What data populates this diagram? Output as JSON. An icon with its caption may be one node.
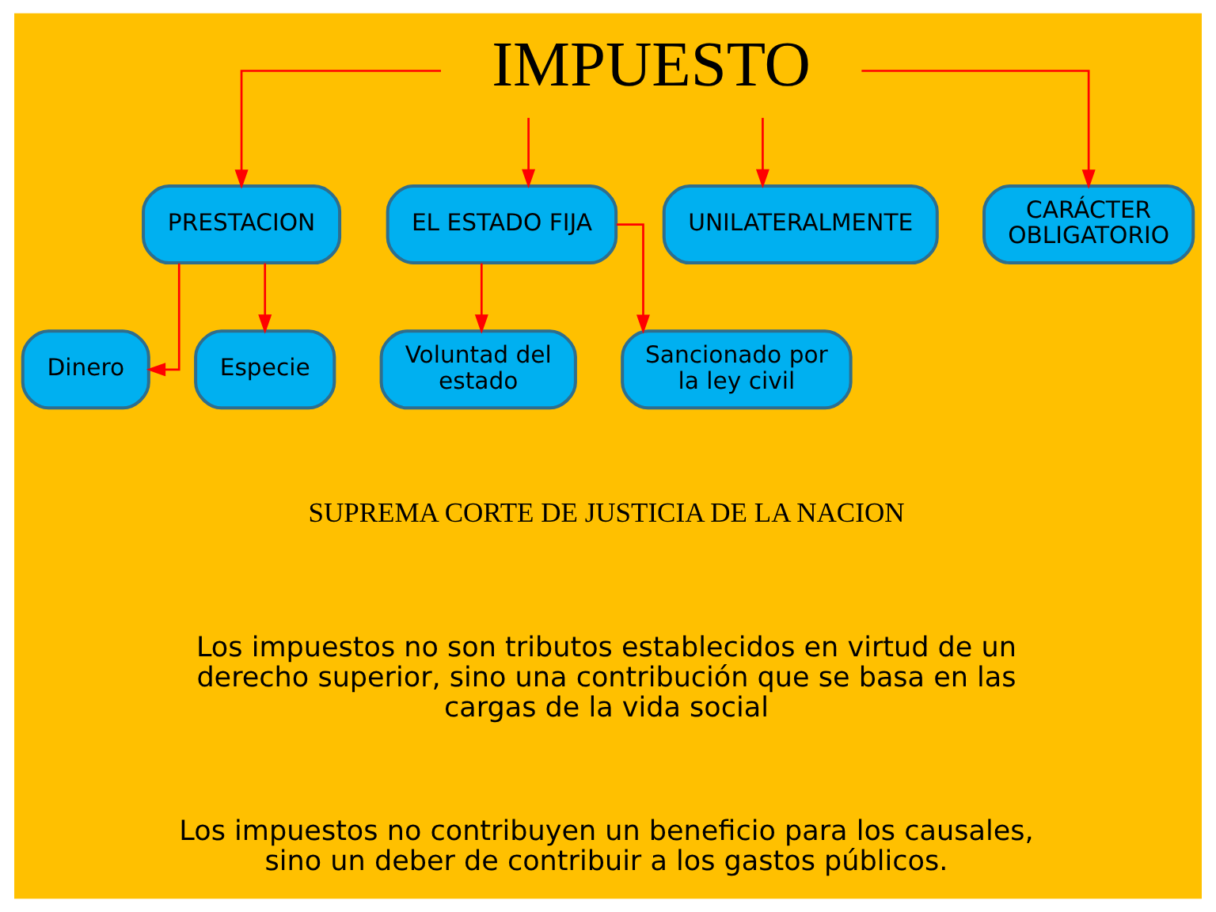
{
  "diagram": {
    "nodes": [
      {
        "text": [
          "IMPUESTO"
        ]
      },
      {
        "text": [
          "PRESTACION"
        ]
      },
      {
        "text": [
          "EL ESTADO FIJA"
        ]
      },
      {
        "text": [
          "UNILATERALMENTE"
        ]
      },
      {
        "text": [
          "CARÁCTER OBLIGATORIO"
        ]
      },
      {
        "text": [
          "Dinero"
        ]
      },
      {
        "text": [
          "Especie"
        ]
      },
      {
        "text": [
          "Voluntad del estado"
        ]
      },
      {
        "text": [
          "Sancionado por la ley civil"
        ]
      }
    ],
    "edges": [
      {
        "from": 0,
        "to": 1,
        "arrow": "to"
      },
      {
        "from": 0,
        "to": 2,
        "arrow": "to"
      },
      {
        "from": 0,
        "to": 3,
        "arrow": "to"
      },
      {
        "from": 0,
        "to": 4,
        "arrow": "to"
      },
      {
        "from": 1,
        "to": 5,
        "arrow": "to"
      },
      {
        "from": 1,
        "to": 6,
        "arrow": "to"
      },
      {
        "from": 2,
        "to": 7,
        "arrow": "to"
      },
      {
        "from": 2,
        "to": 8,
        "arrow": "to"
      }
    ],
    "labels": [
      "SUPREMA CORTE DE JUSTICIA DE LA NACION",
      "Los impuestos no son tributos establecidos en virtud de un derecho superior, sino una contribución que se basa en las cargas de la vida social",
      "Los impuestos no contribuyen un beneficio para los causales, sino un deber de contribuir a los gastos públicos."
    ]
  }
}
